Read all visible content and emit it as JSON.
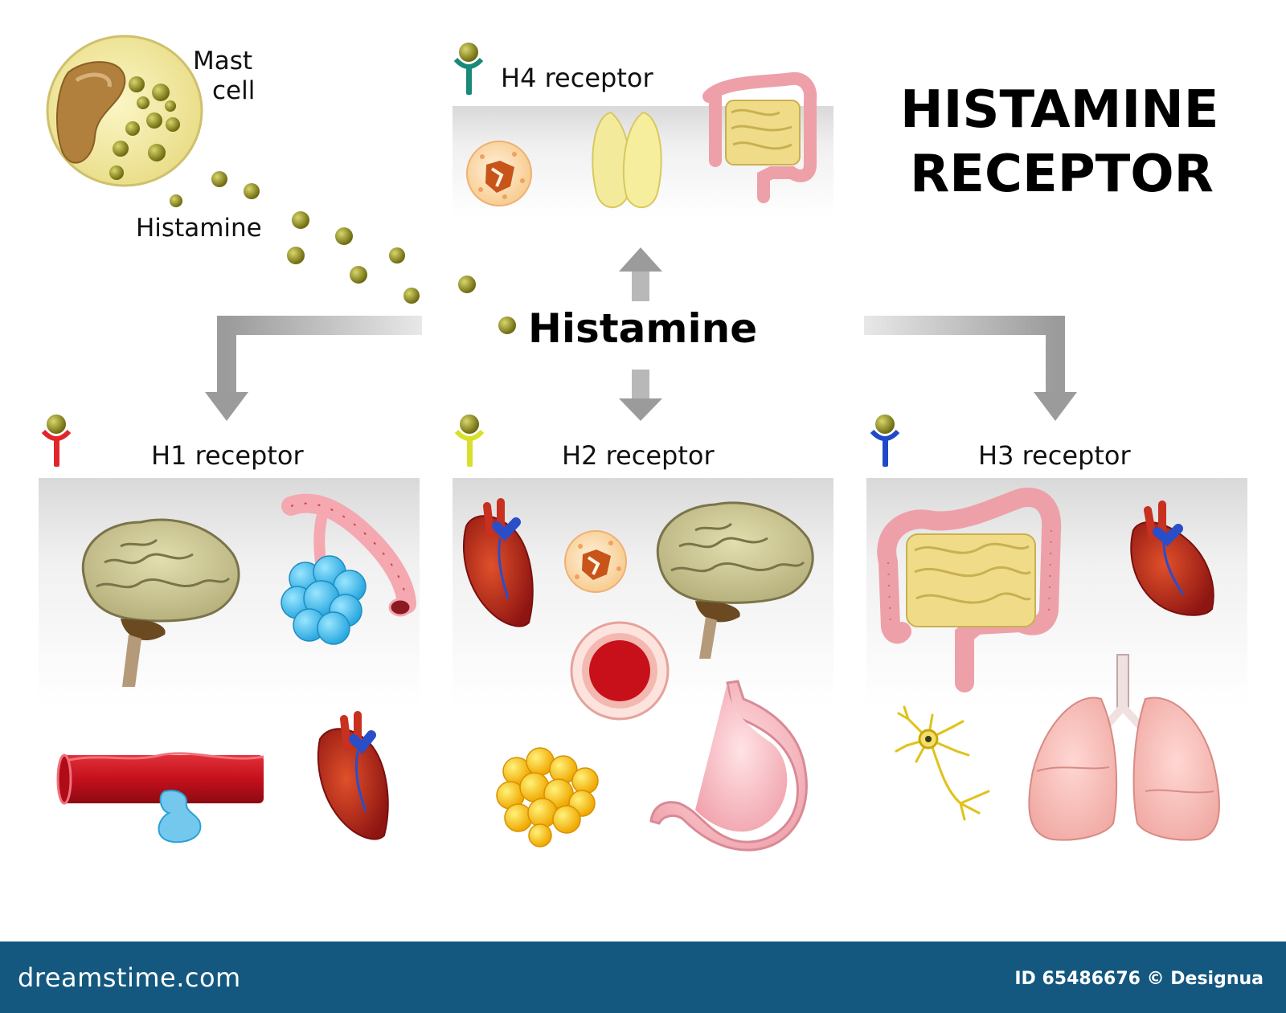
{
  "title": {
    "line1": "HISTAMINE",
    "line2": "RECEPTOR"
  },
  "mast_cell_label": {
    "line1": "Mast",
    "line2": "cell"
  },
  "histamine_small_label": "Histamine",
  "histamine_center_label": "Histamine",
  "receptors": {
    "h1": {
      "label": "H1 receptor",
      "color": "#e0262a",
      "organs": [
        "brain-icon",
        "bronchi-icon",
        "blood-vessel-icon",
        "heart-icon"
      ]
    },
    "h2": {
      "label": "H2 receptor",
      "color": "#d8e02a",
      "organs": [
        "heart-icon",
        "white-blood-cell-icon",
        "brain-icon",
        "vessel-cross-section-icon",
        "fat-cell-icon",
        "stomach-icon"
      ]
    },
    "h3": {
      "label": "H3 receptor",
      "color": "#1f49c9",
      "organs": [
        "intestine-icon",
        "heart-icon",
        "neuron-icon",
        "lungs-icon"
      ]
    },
    "h4": {
      "label": "H4 receptor",
      "color": "#1a8a78",
      "organs": [
        "white-blood-cell-icon",
        "thymus-icon",
        "intestine-icon"
      ]
    }
  },
  "footer": {
    "brand": "dreamstime.com",
    "credit": "ID 65486676 © Designua"
  },
  "colors": {
    "footer_bg": "#14587f",
    "arrow": "#9b9b9b",
    "granule": "#8c8a1e"
  }
}
